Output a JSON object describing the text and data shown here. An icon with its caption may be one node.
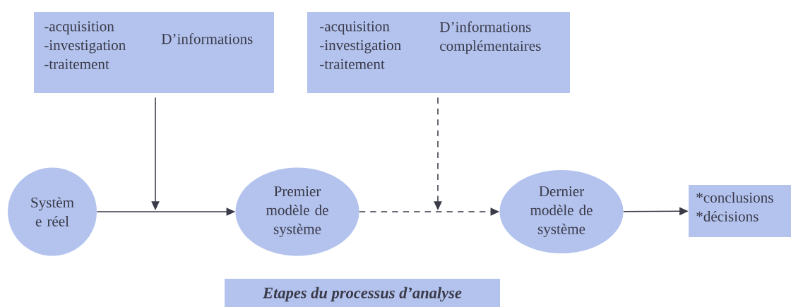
{
  "diagram": {
    "title": "Etapes du processus d’analyse",
    "nodes": [
      {
        "text": [
          "-acquisition -investigation -traitement",
          "D’informations"
        ]
      },
      {
        "text": [
          "-acquisition -investigation -traitement",
          "D’informations complémentaires"
        ]
      },
      {
        "text": [
          "Systèm e réel"
        ]
      },
      {
        "text": [
          "Premier modèle de système"
        ]
      },
      {
        "text": [
          "Dernier modèle de système"
        ]
      },
      {
        "text": [
          "*conclusions *décisions"
        ]
      }
    ],
    "edges": [
      {
        "from": 2,
        "to": 3,
        "arrow": "to"
      },
      {
        "from": 0,
        "to": null,
        "arrow": "to"
      },
      {
        "from": 3,
        "to": 4,
        "arrow": "to",
        "style": "dashed"
      },
      {
        "from": 1,
        "to": null,
        "arrow": "to",
        "style": "dashed"
      },
      {
        "from": 4,
        "to": 5,
        "arrow": "to"
      }
    ]
  }
}
